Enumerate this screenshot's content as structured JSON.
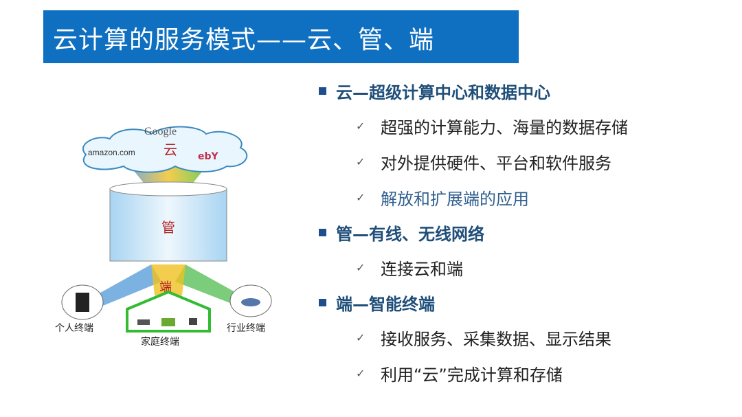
{
  "slide": {
    "title": "云计算的服务模式——云、管、端",
    "colors": {
      "title_bg": "#0f6fc0",
      "heading": "#1f4e79",
      "cloud_label": "#b22222"
    },
    "diagram": {
      "cloud_label": "云",
      "cloud_brands": [
        "Google",
        "amazon.com",
        "ebY"
      ],
      "pipe_label": "管",
      "end_label": "端",
      "terminals": [
        "个人终端",
        "家庭终端",
        "行业终端"
      ]
    },
    "sections": [
      {
        "heading": "云—超级计算中心和数据中心",
        "items": [
          "超强的计算能力、海量的数据存储",
          "对外提供硬件、平台和软件服务",
          "解放和扩展端的应用"
        ]
      },
      {
        "heading": "管—有线、无线网络",
        "items": [
          "连接云和端"
        ]
      },
      {
        "heading": "端—智能终端",
        "items": [
          "接收服务、采集数据、显示结果",
          "利用“云”完成计算和存储"
        ]
      }
    ],
    "check_glyph": "✓"
  }
}
